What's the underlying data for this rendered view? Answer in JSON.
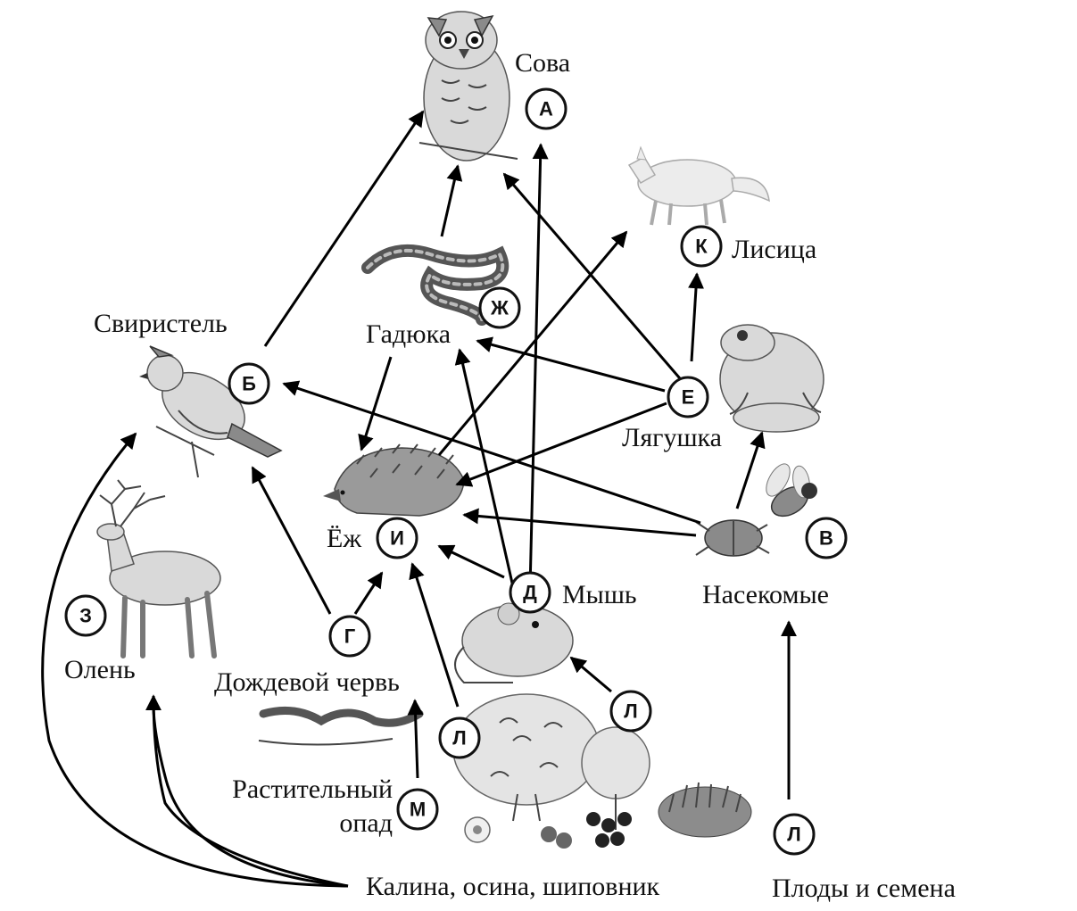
{
  "title": "Пищевая сеть",
  "labels": {
    "owl": "Сова",
    "fox": "Лисица",
    "waxwing": "Свиристель",
    "viper": "Гадюка",
    "frog": "Лягушка",
    "hedgehog": "Ёж",
    "mouse": "Мышь",
    "insects": "Насекомые",
    "deer": "Олень",
    "earthworm": "Дождевой червь",
    "litter_line1": "Растительный",
    "litter_line2": "опад",
    "plants": "Калина, осина, шиповник",
    "fruits": "Плоды и семена"
  },
  "badges": {
    "A": "А",
    "B": "Б",
    "V": "В",
    "G": "Г",
    "D": "Д",
    "E": "Е",
    "ZH": "Ж",
    "Z": "З",
    "I": "И",
    "K": "К",
    "L1": "Л",
    "L2": "Л",
    "L3": "Л",
    "M": "М"
  },
  "icons": [
    "owl-icon",
    "fox-icon",
    "viper-icon",
    "frog-icon",
    "waxwing-icon",
    "hedgehog-icon",
    "beetle-icon",
    "fly-icon",
    "deer-icon",
    "mouse-icon",
    "earthworm-icon",
    "shrubs-icon",
    "berries-icon",
    "grass-icon"
  ],
  "links": [
    [
      "Свиристель",
      "Сова"
    ],
    [
      "Гадюка",
      "Сова"
    ],
    [
      "Мышь",
      "Сова"
    ],
    [
      "Лягушка",
      "Сова"
    ],
    [
      "Ёж",
      "Лисица"
    ],
    [
      "Лягушка",
      "Лисица"
    ],
    [
      "Лягушка",
      "Гадюка"
    ],
    [
      "Мышь",
      "Гадюка"
    ],
    [
      "Гадюка",
      "Ёж"
    ],
    [
      "Лягушка",
      "Ёж"
    ],
    [
      "Насекомые",
      "Ёж"
    ],
    [
      "Мышь",
      "Ёж"
    ],
    [
      "Дождевой червь",
      "Ёж"
    ],
    [
      "Калина, осина, шиповник",
      "Ёж"
    ],
    [
      "Насекомые",
      "Свиристель"
    ],
    [
      "Дождевой червь",
      "Свиристель"
    ],
    [
      "Калина, осина, шиповник",
      "Свиристель"
    ],
    [
      "Насекомые",
      "Лягушка"
    ],
    [
      "Калина, осина, шиповник",
      "Мышь"
    ],
    [
      "Растительный опад",
      "Дождевой червь"
    ],
    [
      "Калина, осина, шиповник",
      "Олень"
    ],
    [
      "Плоды и семена",
      "Насекомые"
    ]
  ]
}
